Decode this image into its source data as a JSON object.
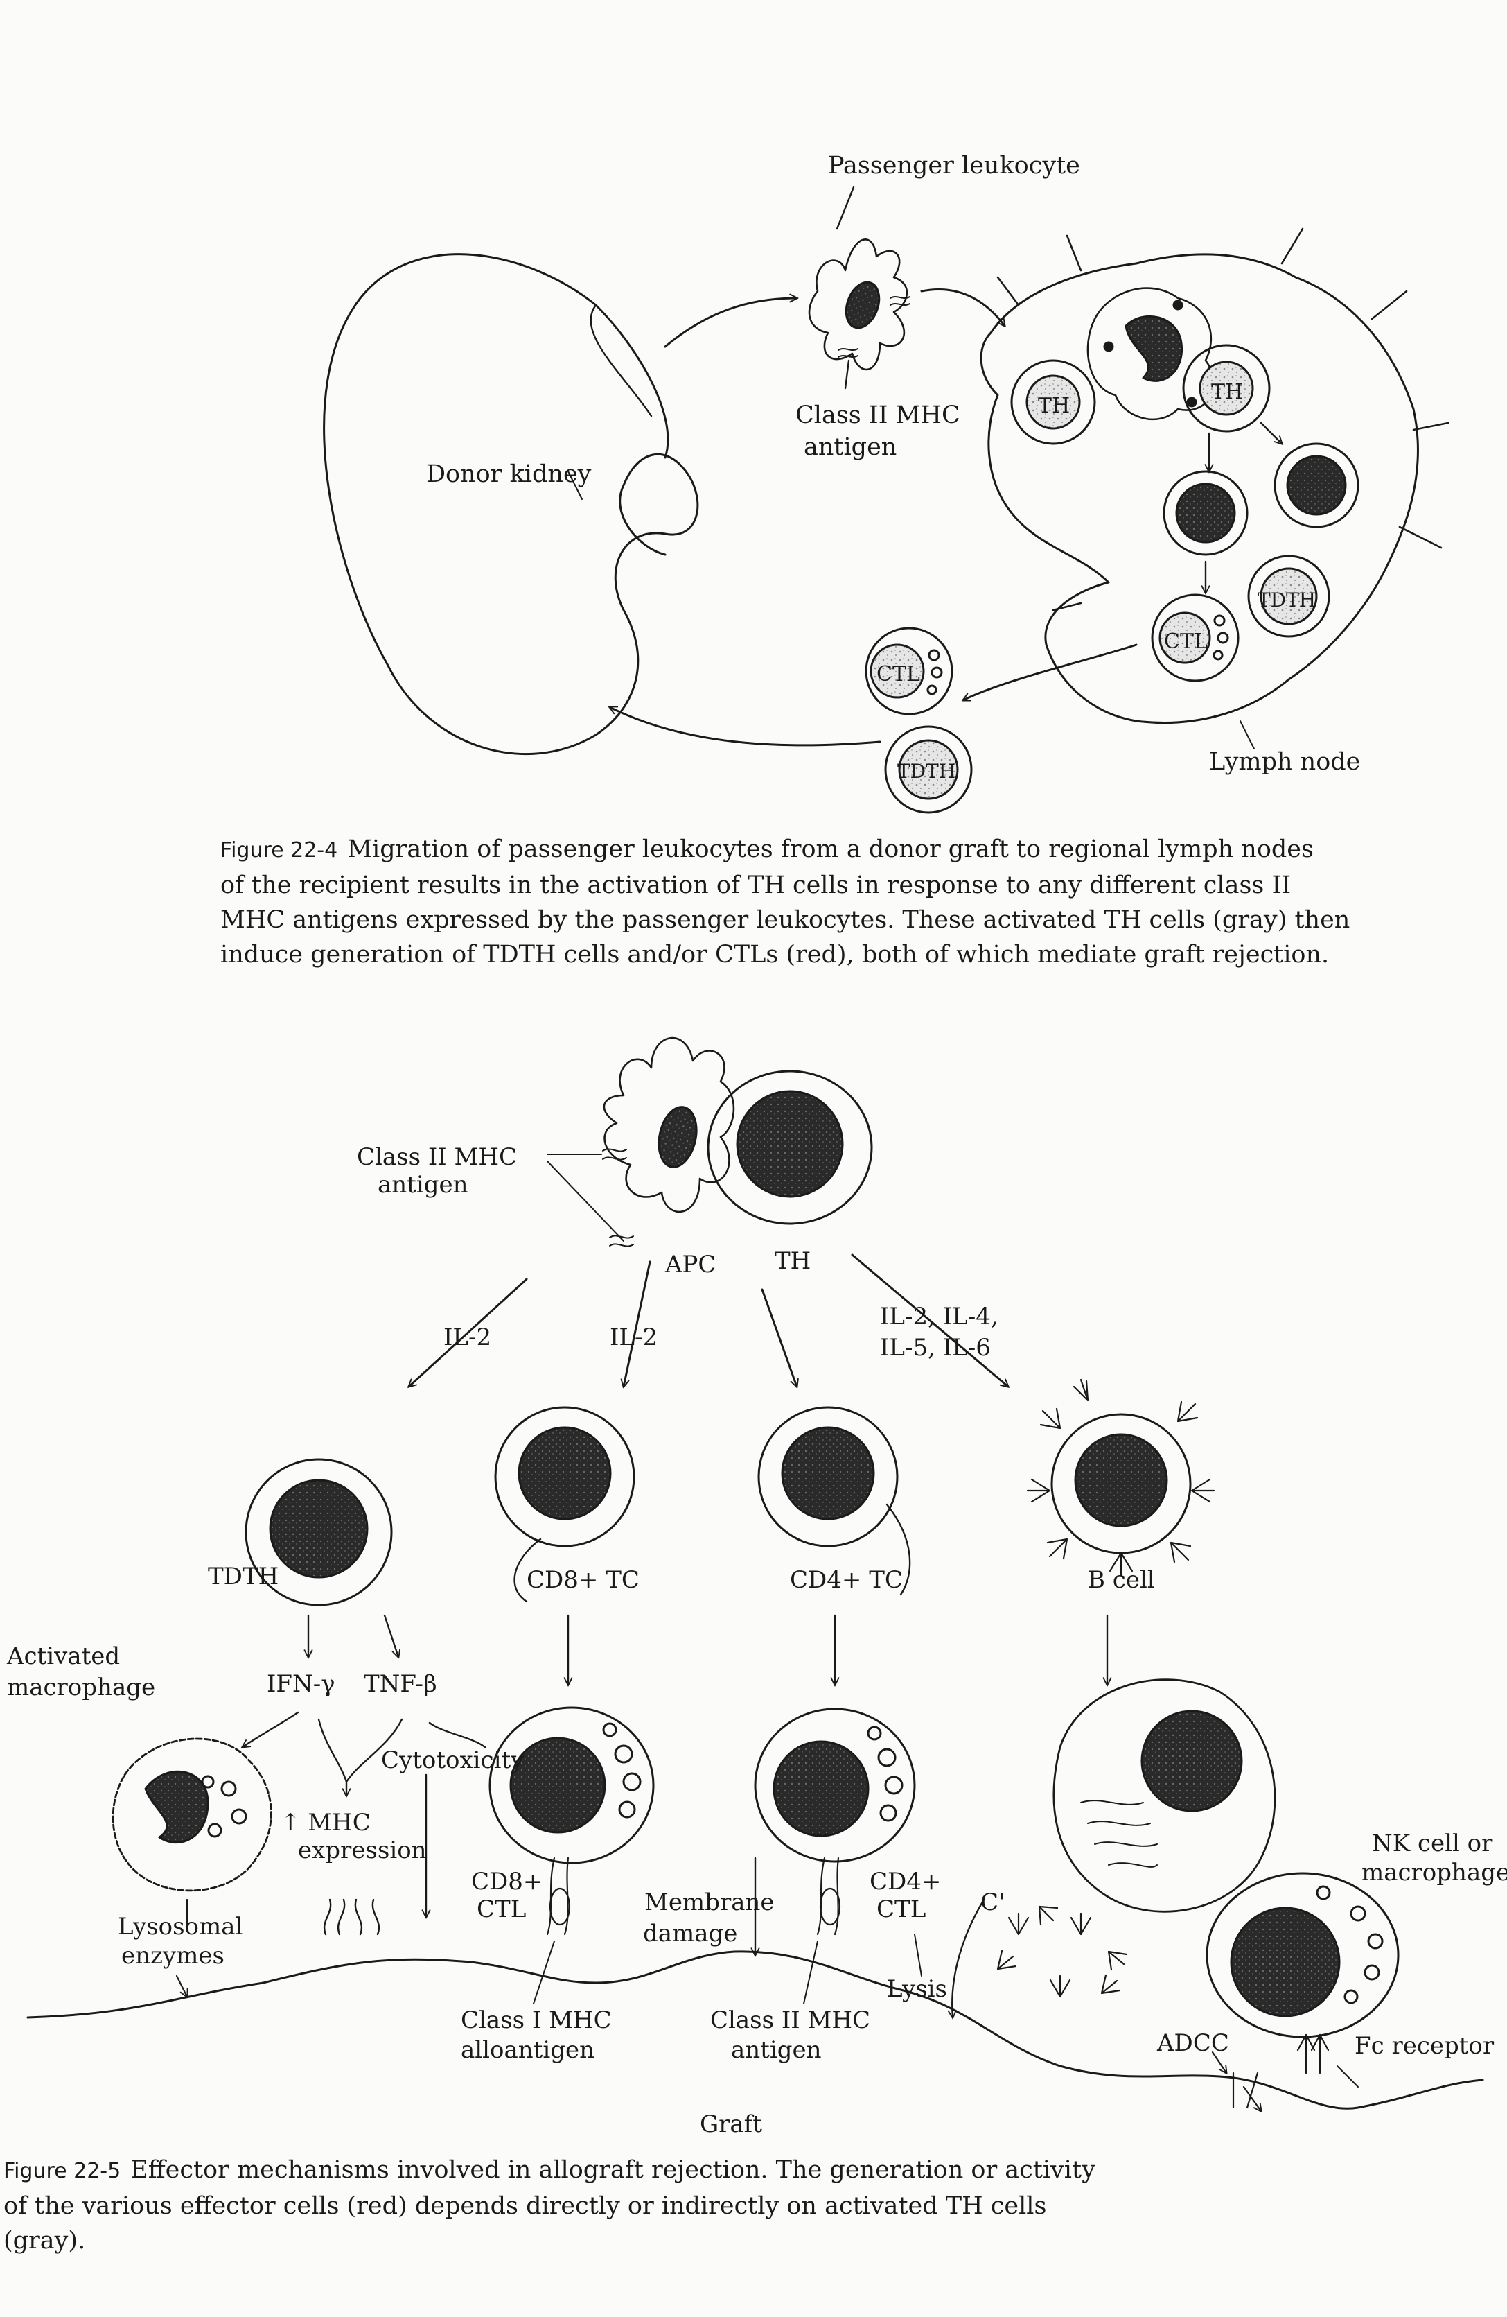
{
  "figure_4": {
    "labels": {
      "passenger_leukocyte": "Passenger leukocyte",
      "class_ii_mhc_1": "Class II MHC",
      "class_ii_mhc_2": "antigen",
      "donor_kidney": "Donor kidney",
      "lymph_node": "Lymph node",
      "cell_th": "TH",
      "cell_ctl": "CTL",
      "cell_tdth": "TDTH"
    },
    "caption": {
      "number": "Figure 22-4",
      "lines": [
        "Migration of passenger leukocytes from a donor graft to regional lymph nodes",
        "of the recipient results in the activation of TH cells in response to any different class II",
        "MHC antigens expressed by the passenger leukocytes. These activated TH cells (gray) then",
        "induce generation of TDTH cells and/or CTLs (red), both of which mediate graft rejection."
      ]
    }
  },
  "figure_5": {
    "labels": {
      "class_ii_mhc_1": "Class II MHC",
      "class_ii_mhc_2": "antigen",
      "apc": "APC",
      "th": "TH",
      "il2_left": "IL-2",
      "il2_mid": "IL-2",
      "il_multi_1": "IL-2, IL-4,",
      "il_multi_2": "IL-5, IL-6",
      "tdth": "TDTH",
      "cd8_tc": "CD8+ TC",
      "cd4_tc": "CD4+ TC",
      "b_cell": "B cell",
      "activated_macrophage_1": "Activated",
      "activated_macrophage_2": "macrophage",
      "ifn_gamma": "IFN-γ",
      "tnf_beta": "TNF-β",
      "cytotoxicity": "Cytotoxicity",
      "mhc_expression_1": "↑ MHC",
      "mhc_expression_2": "expression",
      "lysosomal_1": "Lysosomal",
      "lysosomal_2": "enzymes",
      "cd8_ctl_1": "CD8+",
      "cd8_ctl_2": "CTL",
      "membrane_damage_1": "Membrane",
      "membrane_damage_2": "damage",
      "cd4_ctl_1": "CD4+",
      "cd4_ctl_2": "CTL",
      "class_i_alloantigen_1": "Class I MHC",
      "class_i_alloantigen_2": "alloantigen",
      "class_ii_antigen_1": "Class II MHC",
      "class_ii_antigen_2": "antigen",
      "lysis": "Lysis",
      "complement": "C'",
      "nk_cell_1": "NK cell or",
      "nk_cell_2": "macrophage",
      "adcc": "ADCC",
      "fc_receptor": "Fc receptor",
      "graft": "Graft"
    },
    "caption": {
      "number": "Figure 22-5",
      "lines": [
        "Effector mechanisms involved in allograft rejection. The generation or activity",
        "of the various effector cells (red) depends directly or indirectly on activated TH cells",
        "(gray)."
      ]
    }
  }
}
